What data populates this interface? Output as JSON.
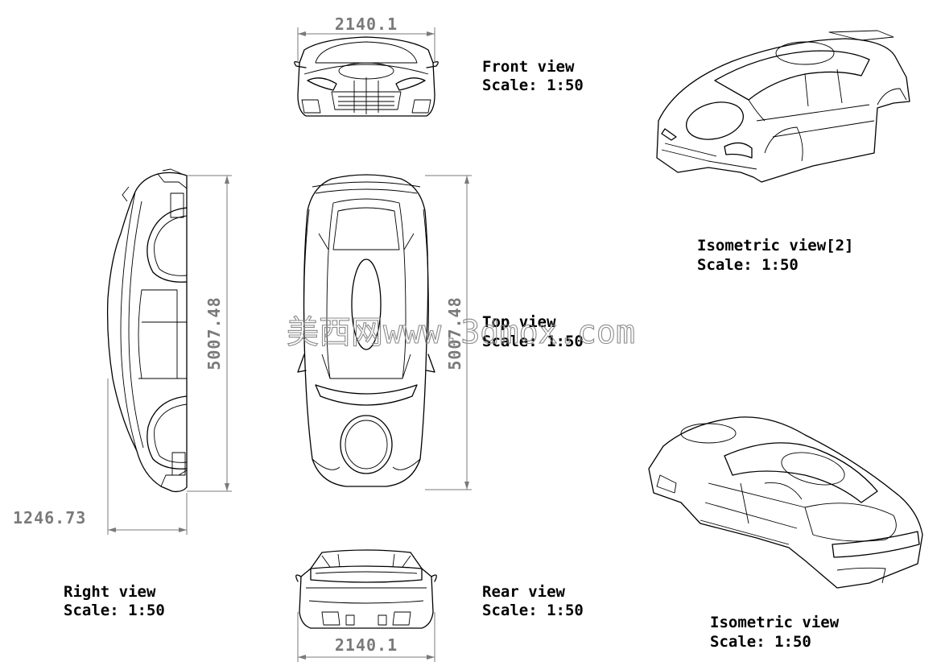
{
  "views": [
    {
      "name": "Front view",
      "scale": "Scale:  1:50"
    },
    {
      "name": "Top view",
      "scale": "Scale:  1:50"
    },
    {
      "name": "Right view",
      "scale": "Scale:  1:50"
    },
    {
      "name": "Rear view",
      "scale": "Scale:  1:50"
    },
    {
      "name": "Isometric view[2]",
      "scale": "Scale:  1:50"
    },
    {
      "name": "Isometric view",
      "scale": "Scale:  1:50"
    }
  ],
  "dimensions": {
    "front_width": "2140.1",
    "rear_width": "2140.1",
    "side_length": "5007.48",
    "top_length": "5007.48",
    "side_height": "1246.73"
  },
  "watermark": "美西网www.3dmox.com"
}
